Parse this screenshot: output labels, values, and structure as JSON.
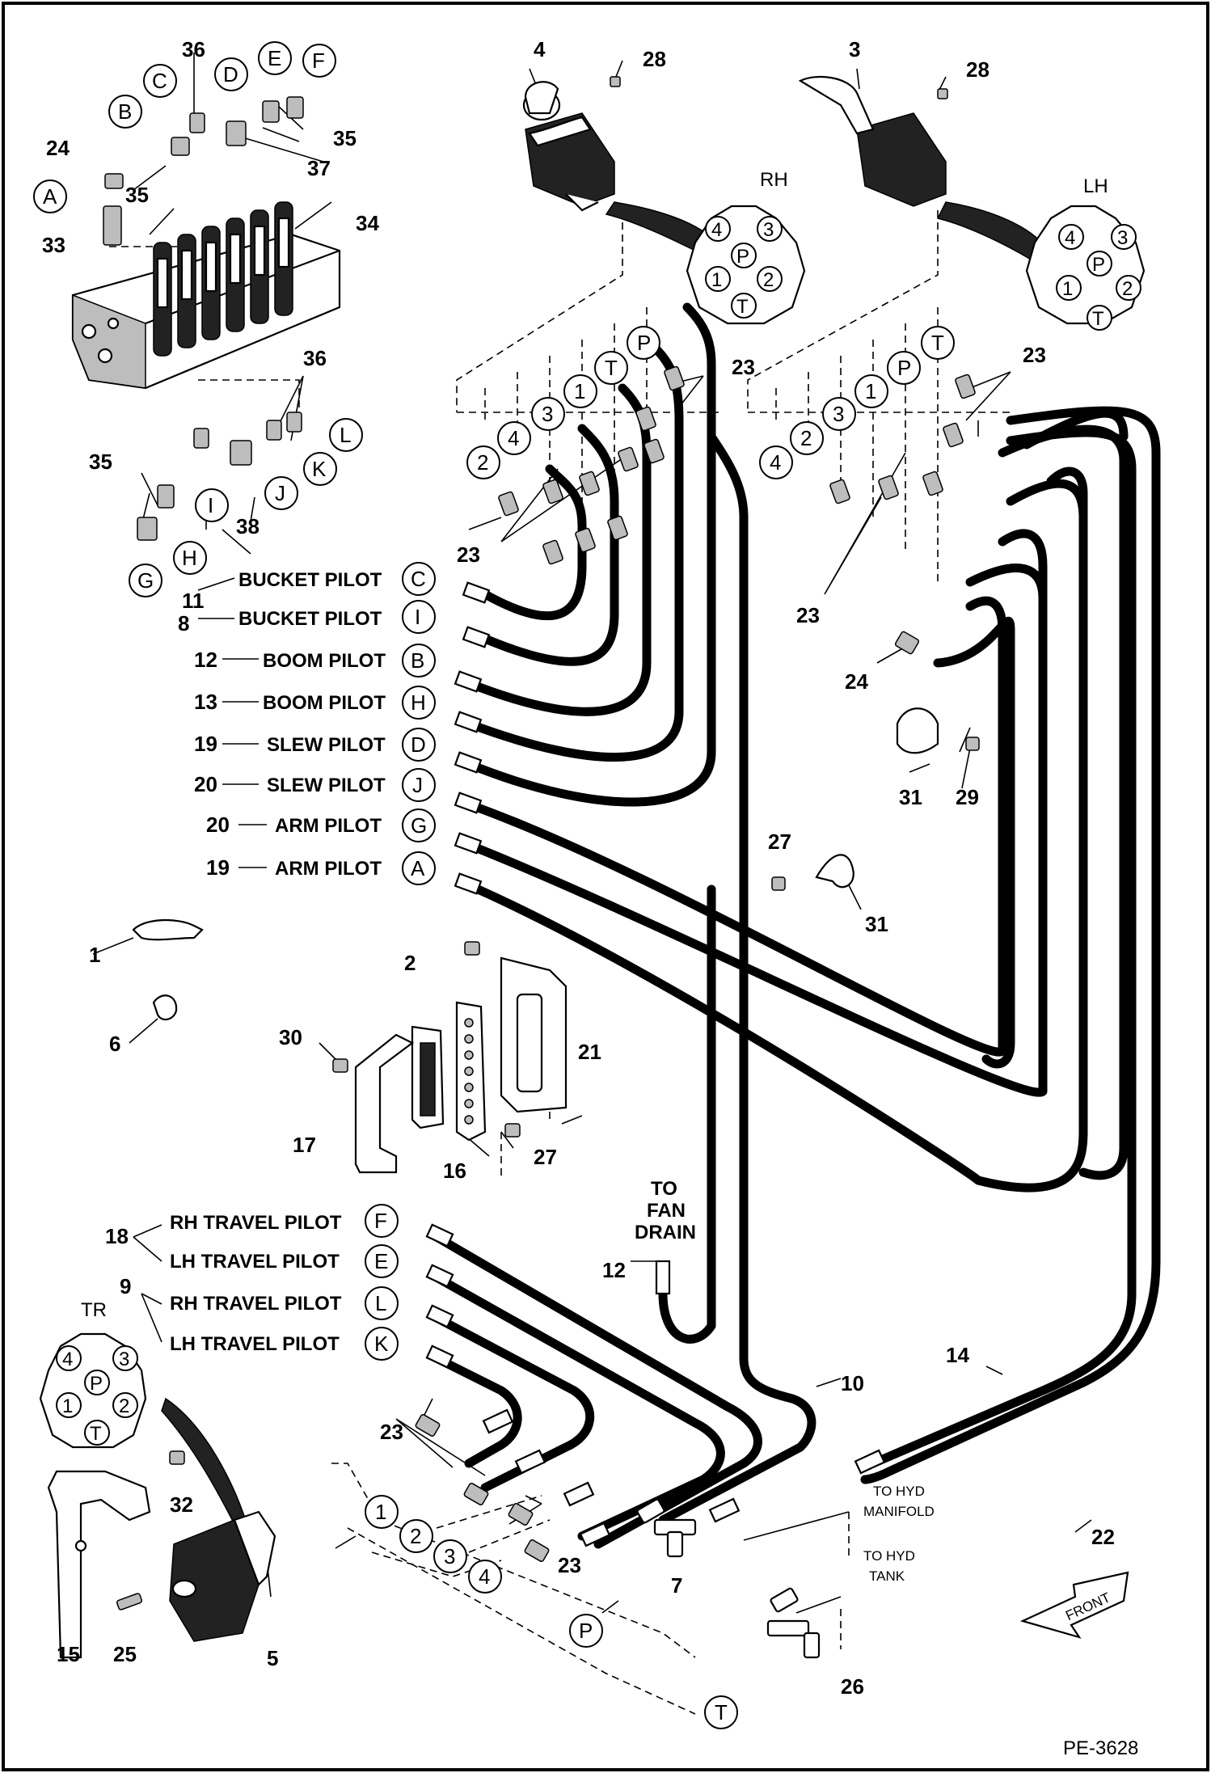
{
  "drawing_id": "PE-3628",
  "valve_label": "34",
  "hose_labels": [
    {
      "number": "11",
      "text": "BUCKET PILOT",
      "port": "C"
    },
    {
      "number": "8",
      "text": "BUCKET PILOT",
      "port": "I"
    },
    {
      "number": "12",
      "text": "BOOM PILOT",
      "port": "B"
    },
    {
      "number": "13",
      "text": "BOOM PILOT",
      "port": "H"
    },
    {
      "number": "19",
      "text": "SLEW PILOT",
      "port": "D"
    },
    {
      "number": "20",
      "text": "SLEW PILOT",
      "port": "J"
    },
    {
      "number": "20",
      "text": "ARM PILOT",
      "port": "G"
    },
    {
      "number": "19",
      "text": "ARM PILOT",
      "port": "A"
    }
  ],
  "travel_labels": [
    {
      "text": "RH TRAVEL PILOT",
      "port": "F"
    },
    {
      "text": "LH TRAVEL PILOT",
      "port": "E"
    },
    {
      "text": "RH TRAVEL PILOT",
      "port": "L"
    },
    {
      "text": "LH TRAVEL PILOT",
      "port": "K"
    }
  ],
  "travel_group_numbers": [
    "18",
    "9"
  ],
  "rh_joystick": {
    "title": "RH",
    "ports": [
      "4",
      "3",
      "P",
      "1",
      "2",
      "T"
    ]
  },
  "lh_joystick": {
    "title": "LH",
    "ports": [
      "4",
      "3",
      "P",
      "1",
      "2",
      "T"
    ]
  },
  "travel_control": {
    "title": "TR",
    "ports": [
      "4",
      "3",
      "P",
      "1",
      "2",
      "T"
    ]
  },
  "rh_port_tags": [
    "2",
    "4",
    "3",
    "1",
    "T",
    "P"
  ],
  "lh_port_tags": [
    "4",
    "2",
    "3",
    "1",
    "P",
    "T"
  ],
  "travel_port_tags": [
    "1",
    "2",
    "3",
    "4"
  ],
  "pressure_tank_tags": [
    "P",
    "T"
  ],
  "valve_port_tags": [
    "A",
    "B",
    "C",
    "D",
    "E",
    "F",
    "G",
    "H",
    "I",
    "J",
    "K",
    "L"
  ],
  "notes": {
    "fan_drain": [
      "TO",
      "FAN",
      "DRAIN"
    ],
    "hyd_manifold": [
      "TO HYD",
      "MANIFOLD"
    ],
    "hyd_tank": [
      "TO HYD",
      "TANK"
    ],
    "front": "FRONT"
  },
  "callouts": [
    "1",
    "2",
    "3",
    "4",
    "5",
    "6",
    "7",
    "8",
    "9",
    "10",
    "11",
    "12",
    "13",
    "14",
    "15",
    "16",
    "17",
    "18",
    "19",
    "20",
    "21",
    "22",
    "23",
    "24",
    "25",
    "26",
    "27",
    "28",
    "29",
    "30",
    "31",
    "32",
    "33",
    "34",
    "35",
    "36",
    "37",
    "38"
  ]
}
